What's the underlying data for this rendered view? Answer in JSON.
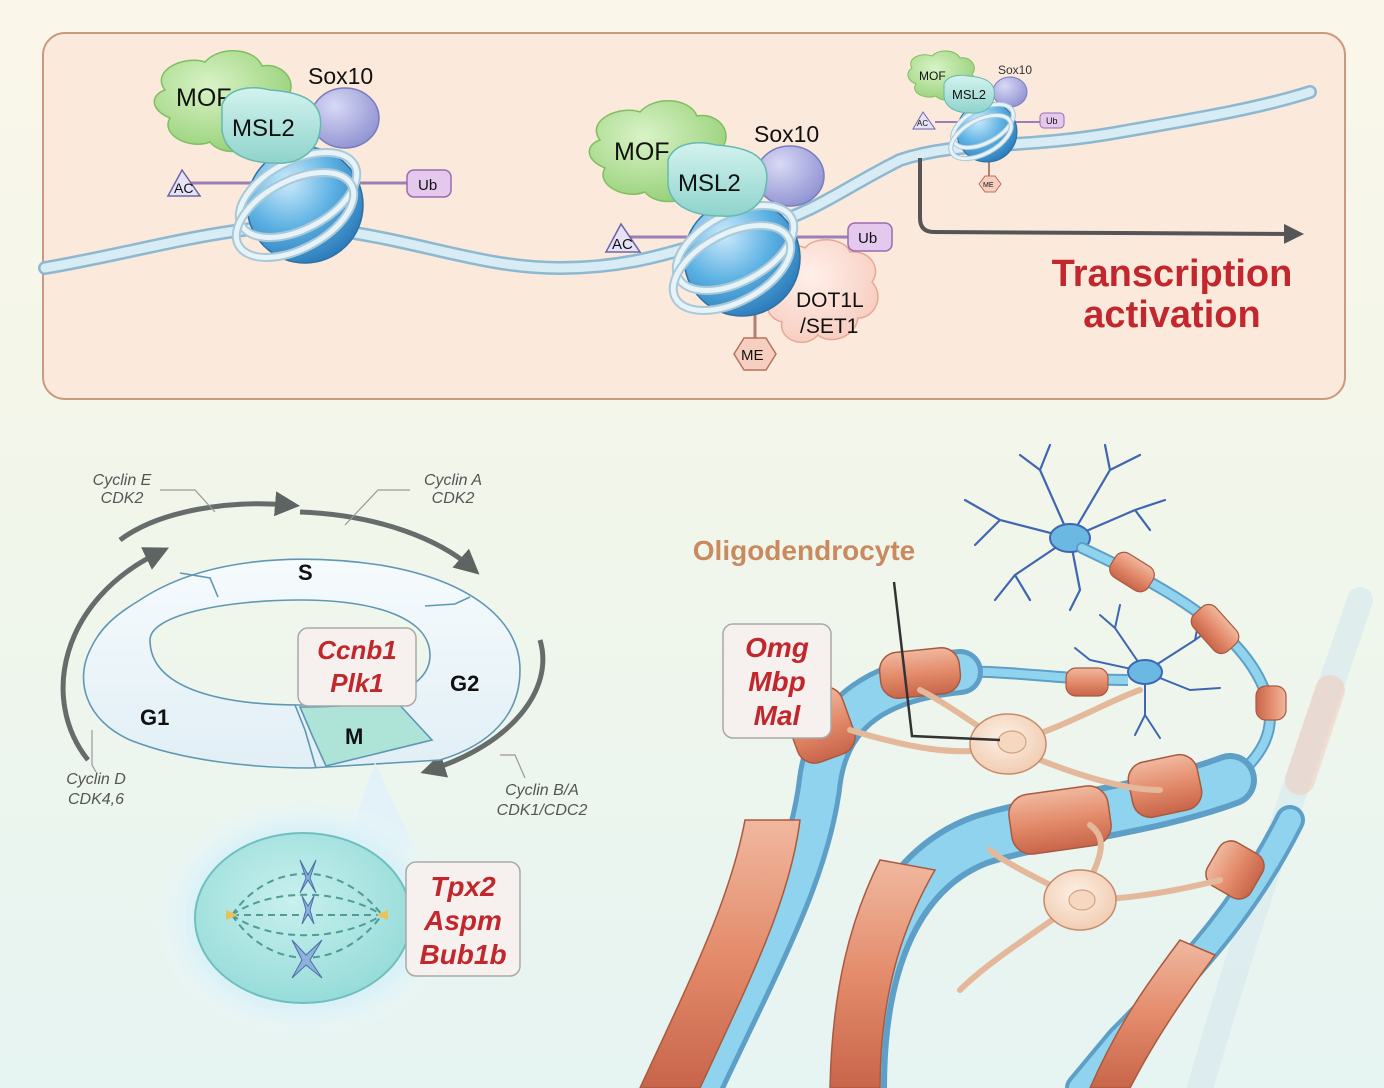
{
  "top_panel": {
    "nucleosome_1": {
      "mof": "MOF",
      "msl2": "MSL2",
      "sox10": "Sox10",
      "ac": "AC",
      "ub": "Ub"
    },
    "nucleosome_2": {
      "mof": "MOF",
      "msl2": "MSL2",
      "sox10": "Sox10",
      "ac": "AC",
      "ub": "Ub",
      "me": "ME",
      "dot1l_line1": "DOT1L",
      "dot1l_line2": "/SET1"
    },
    "nucleosome_3": {
      "mof": "MOF",
      "msl2": "MSL2",
      "sox10": "Sox10",
      "ac": "AC",
      "ub": "Ub",
      "me": "ME"
    },
    "outcome_line1": "Transcription",
    "outcome_line2": "activation"
  },
  "cell_cycle": {
    "phases": {
      "s": "S",
      "g2": "G2",
      "m": "M",
      "g1": "G1"
    },
    "cyclins": {
      "e_line1": "Cyclin E",
      "e_line2": "CDK2",
      "a_line1": "Cyclin A",
      "a_line2": "CDK2",
      "d_line1": "Cyclin D",
      "d_line2": "CDK4,6",
      "ba_line1": "Cyclin B/A",
      "ba_line2": "CDK1/CDC2"
    },
    "g2m_genes": [
      "Ccnb1",
      "Plk1"
    ],
    "mitosis_genes": [
      "Tpx2",
      "Aspm",
      "Bub1b"
    ]
  },
  "oligodendrocyte": {
    "title": "Oligodendrocyte",
    "genes": [
      "Omg",
      "Mbp",
      "Mal"
    ]
  },
  "colors": {
    "red_text": "#c1272d",
    "oligo_text": "#c98a60",
    "mof_green": "#a8d98a",
    "msl2_teal": "#a6e0da",
    "sox10_purple": "#a7a9df",
    "nucleosome_blue": "#5aaedf",
    "myelin_salmon": "#e0886a",
    "axon_blue": "#7cc6e6"
  }
}
